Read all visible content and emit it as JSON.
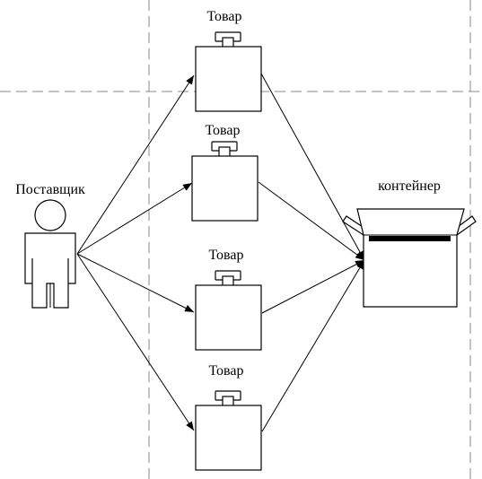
{
  "supplier": {
    "label": "Поставщик",
    "icon": "person-icon"
  },
  "products": [
    {
      "label": "Товар",
      "icon": "shopping-bag-icon"
    },
    {
      "label": "Товар",
      "icon": "shopping-bag-icon"
    },
    {
      "label": "Товар",
      "icon": "shopping-bag-icon"
    },
    {
      "label": "Товар",
      "icon": "shopping-bag-icon"
    }
  ],
  "container": {
    "label": "контейнер",
    "icon": "open-box-icon"
  }
}
